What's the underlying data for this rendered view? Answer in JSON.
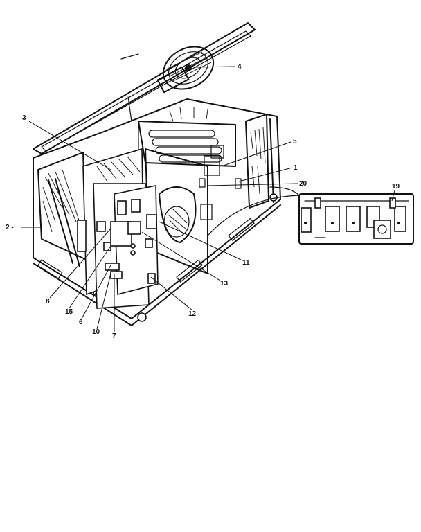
{
  "callouts": [
    {
      "id": "c4",
      "label": "4"
    },
    {
      "id": "c3",
      "label": "3"
    },
    {
      "id": "c5",
      "label": "5"
    },
    {
      "id": "c1",
      "label": "1"
    },
    {
      "id": "c20",
      "label": "20"
    },
    {
      "id": "c19",
      "label": "19"
    },
    {
      "id": "c2",
      "label": "2 -"
    },
    {
      "id": "c11",
      "label": "11"
    },
    {
      "id": "c13",
      "label": "13"
    },
    {
      "id": "c8",
      "label": "8"
    },
    {
      "id": "c15",
      "label": "15"
    },
    {
      "id": "c6",
      "label": "6"
    },
    {
      "id": "c10",
      "label": "10"
    },
    {
      "id": "c7",
      "label": "7"
    },
    {
      "id": "c12",
      "label": "12"
    }
  ]
}
